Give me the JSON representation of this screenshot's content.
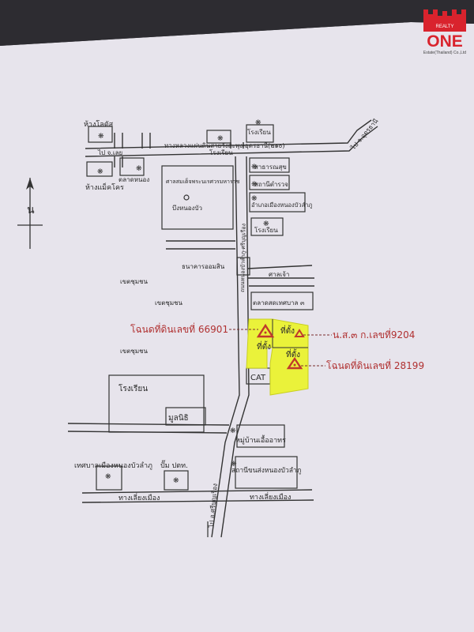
{
  "logo": {
    "brand": "ONE",
    "tagline": "REALTY",
    "company": "Estate(Thailand) Co.,Ltd",
    "color": "#d9232d"
  },
  "north_label": "น",
  "roads": {
    "highway": "ทางหลวงแผ่นดินสายวังสะพุง-อุดรธานี(๒๑๐)",
    "to_udon": "ไป จ.อุดรธานี",
    "to_loei": "ไป จ.เลย",
    "to_siboonrueang": "ไป อ.ศรีบุญเรือง",
    "bypass_left": "ทางเลี่ยงเมือง",
    "bypass_right": "ทางเลี่ยงเมือง",
    "main_vertical": "ถนนหนองบัวลำภู-ศรีบุญเรือง"
  },
  "places": {
    "lotus": "ห้างโลตัส",
    "makro": "ห้างแม็คโคร",
    "market_nong": "ตลาดหนอง",
    "school_top1": "โรงเรียน",
    "school_top2": "โรงเรียน",
    "shrine": "ศาลสมเด็จพระนเรศวรมหาราช",
    "pond": "บึงหนองบัว",
    "health": "สาธารณสุข",
    "police": "สถานีตำรวจ",
    "district_office": "อำเภอเมืองหนองบัวลำภู",
    "school_right": "โรงเรียน",
    "savings_bank": "ธนาคารออมสิน",
    "shrine_small": "ศาลเจ้า",
    "zone_a": "เขตชุมชน",
    "zone_b": "เขตชุมชน",
    "zone_c": "เขตชุมชน",
    "fresh_market": "ตลาดสดเทศบาล ๓",
    "cat": "CAT",
    "school_bottom": "โรงเรียน",
    "foundation": "มูลนิธิ",
    "village": "หมู่บ้านเอื้ออาทร",
    "municipality": "เทศบาลเมืองหนองบัวลำภู",
    "gas_station": "ปั๊ม ปตท.",
    "transport_station": "สถานีขนส่งหนองบัวลำภู"
  },
  "site": {
    "label": "ที่ตั้ง",
    "deed_1": "โฉนดที่ดินเลขที่ 66901",
    "deed_2": "น.ส.๓ ก.เลขที่9204",
    "deed_3": "โฉนดที่ดินเลขที่ 28199",
    "highlight_color": "#eaf23a",
    "marker_color": "#c0392b"
  }
}
